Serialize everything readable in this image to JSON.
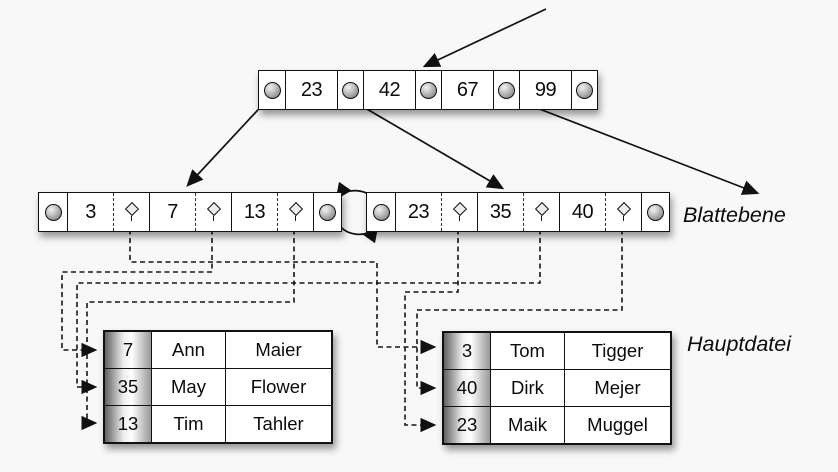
{
  "root": {
    "keys": [
      "23",
      "42",
      "67",
      "99"
    ]
  },
  "leaves": {
    "left": {
      "keys": [
        "3",
        "7",
        "13"
      ]
    },
    "right": {
      "keys": [
        "23",
        "35",
        "40"
      ]
    }
  },
  "labels": {
    "leaf_level": "Blattebene",
    "main_file": "Hauptdatei"
  },
  "tables": {
    "left": {
      "rows": [
        [
          "7",
          "Ann",
          "Maier"
        ],
        [
          "35",
          "May",
          "Flower"
        ],
        [
          "13",
          "Tim",
          "Tahler"
        ]
      ]
    },
    "right": {
      "rows": [
        [
          "3",
          "Tom",
          "Tigger"
        ],
        [
          "40",
          "Dirk",
          "Mejer"
        ],
        [
          "23",
          "Maik",
          "Muggel"
        ]
      ]
    }
  },
  "colors": {
    "background": "#f8f8f8",
    "node_fill": "#ffffff",
    "line": "#111111"
  }
}
